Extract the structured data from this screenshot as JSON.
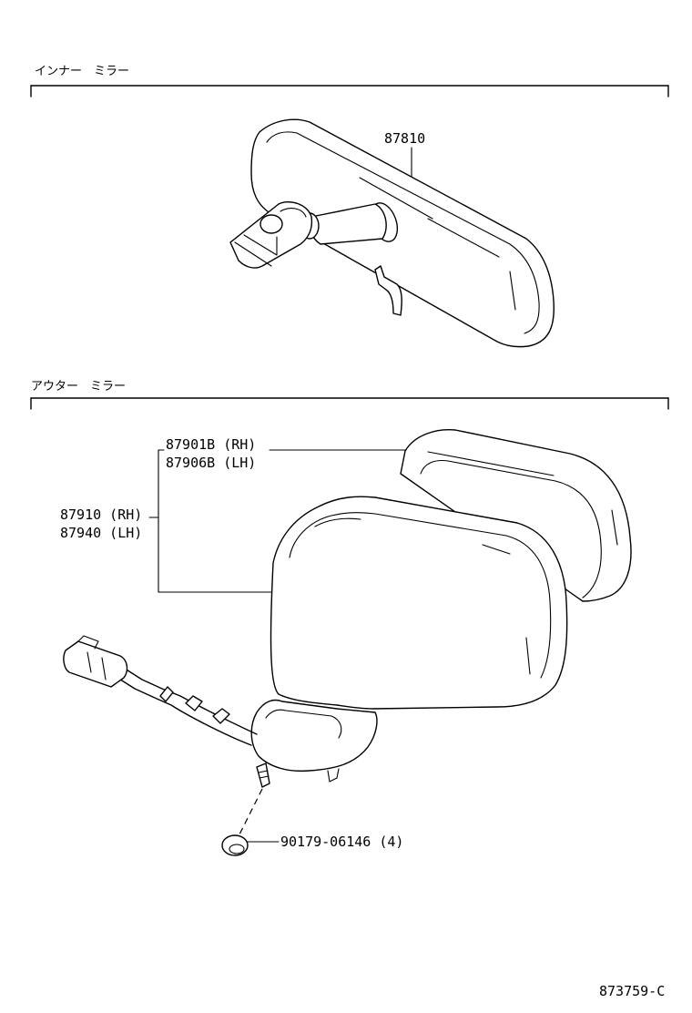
{
  "sections": {
    "inner": {
      "title": "インナー　ミラー"
    },
    "outer": {
      "title": "アウター　ミラー"
    }
  },
  "parts": {
    "inner_mirror": "87810",
    "mirror_glass_rh": "87901B (RH)",
    "mirror_glass_lh": "87906B (LH)",
    "outer_mirror_rh": "87910 (RH)",
    "outer_mirror_lh": "87940 (LH)",
    "screw": "90179-06146 (4)"
  },
  "figure_id": "873759-C"
}
